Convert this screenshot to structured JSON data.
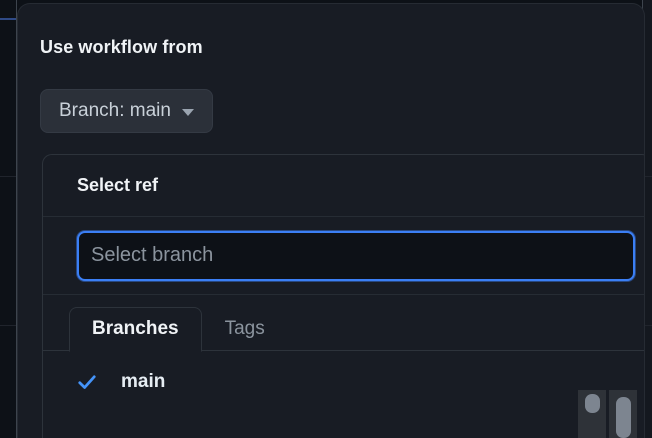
{
  "dialog": {
    "title": "Use workflow from",
    "branch_button": {
      "label": "Branch: main",
      "caret_icon": "chevron-down-icon"
    }
  },
  "ref_popover": {
    "title": "Select ref",
    "search": {
      "value": "",
      "placeholder": "Select branch"
    },
    "tabs": [
      {
        "label": "Branches",
        "active": true
      },
      {
        "label": "Tags",
        "active": false
      }
    ],
    "items": [
      {
        "label": "main",
        "selected": true,
        "check_icon": "check-icon"
      }
    ]
  },
  "colors": {
    "page_background": "#0d1117",
    "dialog_background": "#181c24",
    "button_background": "#2b3039",
    "border": "#2d333b",
    "focus_ring": "#3b7ff5",
    "accent_check": "#4493f8",
    "text_primary": "#f0f3f6",
    "text_secondary": "#8b949e",
    "scrollbar_thumb": "#7d8590"
  }
}
